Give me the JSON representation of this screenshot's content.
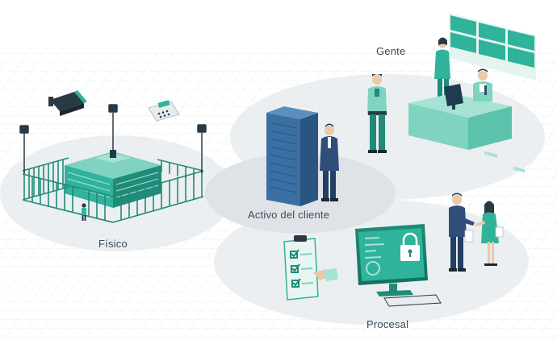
{
  "labels": {
    "people": "Gente",
    "client_asset": "Activo del cliente",
    "physical": "Físico",
    "procedural": "Procesal"
  },
  "colors": {
    "teal": "#2fb39a",
    "teal_light": "#7fd3c0",
    "teal_dark": "#1f8b78",
    "navy": "#2f4e7a",
    "server_blue": "#3a6fa3",
    "platform_grey": "#e6e9ec",
    "grid_line": "#e3e6e9",
    "label_text": "#3b4a54"
  },
  "icons": [
    "surveillance-camera-icon",
    "alarm-keypad-icon",
    "floodlight-icon",
    "secure-building-icon",
    "server-rack-icon",
    "security-guard-icon",
    "monitoring-desk-icon",
    "checklist-clipboard-icon",
    "locked-monitor-icon",
    "handshake-people-icon"
  ]
}
